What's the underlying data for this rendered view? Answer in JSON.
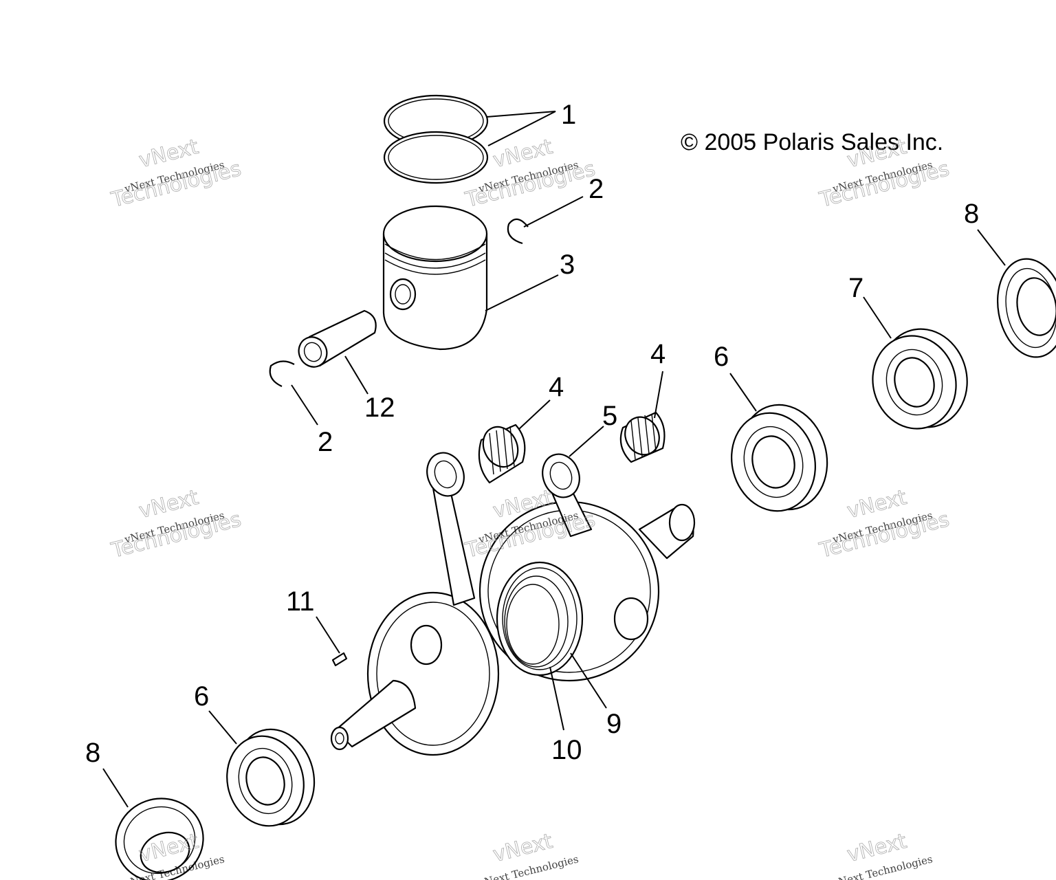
{
  "copyright": "© 2005 Polaris Sales Inc.",
  "callouts": {
    "c1": "1",
    "c2a": "2",
    "c2b": "2",
    "c3": "3",
    "c4a": "4",
    "c4b": "4",
    "c5": "5",
    "c6a": "6",
    "c6b": "6",
    "c7": "7",
    "c8a": "8",
    "c8b": "8",
    "c9": "9",
    "c10": "10",
    "c11": "11",
    "c12": "12"
  },
  "watermark": {
    "line_small": "vNext Technologies",
    "line_brand": "vNext",
    "line_big": "Technologies"
  }
}
